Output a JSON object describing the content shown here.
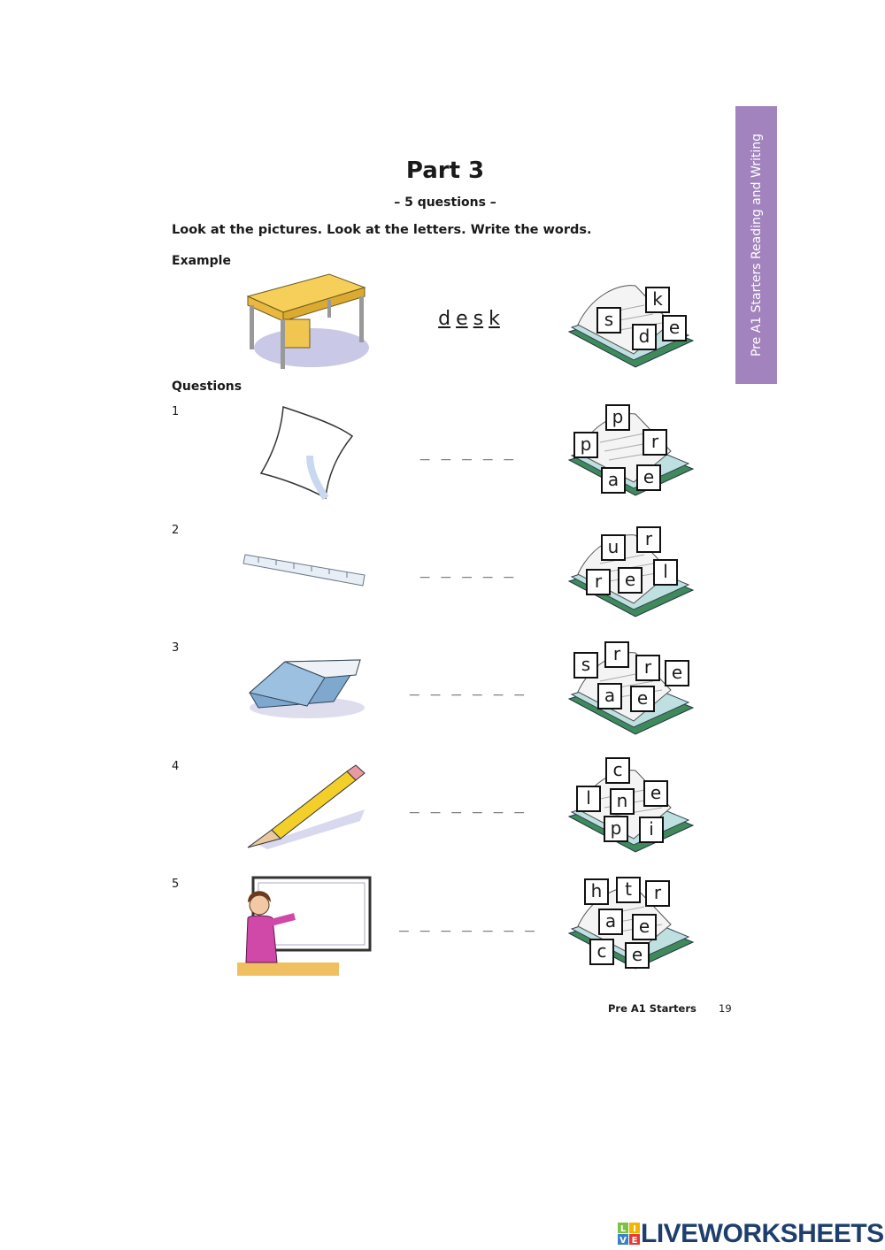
{
  "title": "Part 3",
  "subtitle": "– 5 questions –",
  "instruction": "Look at the pictures. Look at the letters. Write the words.",
  "example_label": "Example",
  "questions_label": "Questions",
  "side_tab": "Pre A1 Starters  Reading and Writing",
  "side_tab_color": "#a283bd",
  "example": {
    "picture": "desk",
    "answer_letters": [
      "d",
      "e",
      "s",
      "k"
    ],
    "letters": [
      "s",
      "k",
      "d",
      "e"
    ]
  },
  "questions": [
    {
      "number": "1",
      "picture": "paper",
      "blanks": "_ _ _ _ _",
      "letters": [
        "p",
        "p",
        "r",
        "a",
        "e"
      ]
    },
    {
      "number": "2",
      "picture": "ruler",
      "blanks": "_ _ _ _ _",
      "letters": [
        "u",
        "r",
        "r",
        "e",
        "l"
      ]
    },
    {
      "number": "3",
      "picture": "eraser",
      "blanks": "_ _ _ _ _ _",
      "letters": [
        "s",
        "r",
        "r",
        "e",
        "a",
        "e"
      ]
    },
    {
      "number": "4",
      "picture": "pencil",
      "blanks": "_ _ _ _ _ _",
      "letters": [
        "c",
        "l",
        "n",
        "e",
        "p",
        "i"
      ]
    },
    {
      "number": "5",
      "picture": "teacher",
      "blanks": "_ _ _ _ _ _ _",
      "letters": [
        "h",
        "t",
        "r",
        "a",
        "e",
        "c",
        "e"
      ]
    }
  ],
  "footer": {
    "label": "Pre A1 Starters",
    "page": "19"
  },
  "logo": {
    "text": "LIVEWORKSHEETS",
    "badge": [
      "L",
      "I",
      "V",
      "E"
    ],
    "color": "#1e3f6e"
  }
}
